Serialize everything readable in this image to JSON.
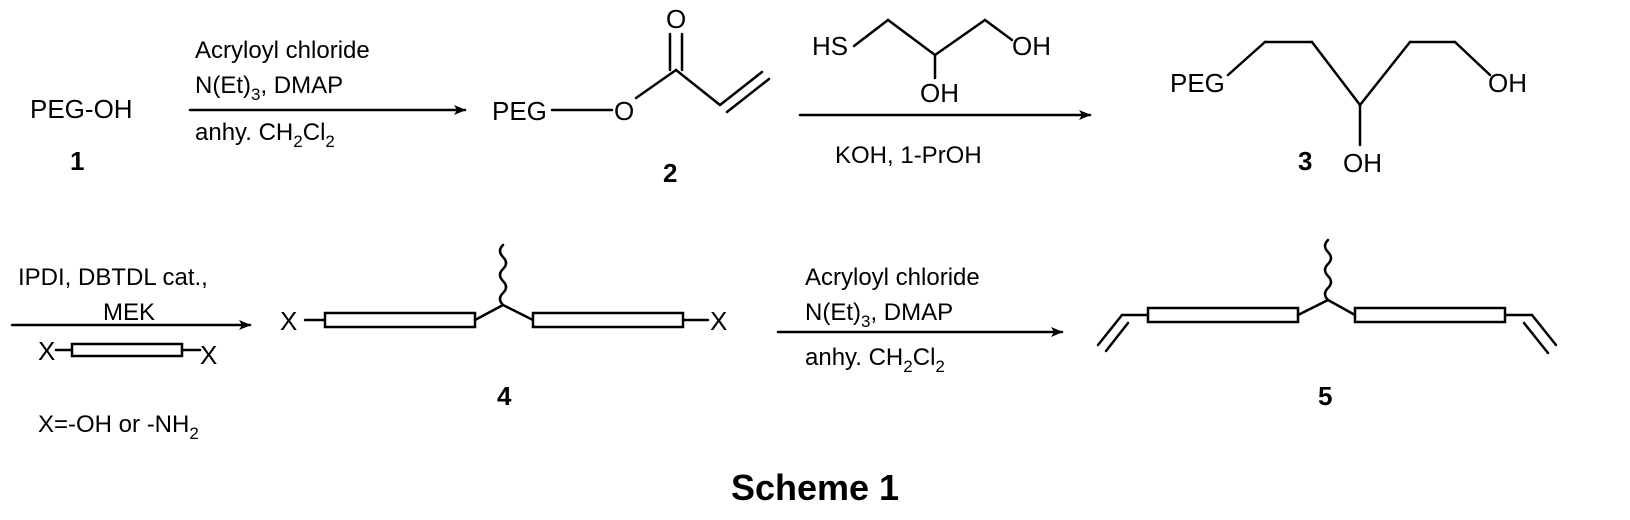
{
  "scheme": {
    "title": "Scheme 1",
    "compound1": {
      "label": "PEG-OH",
      "number": "1"
    },
    "step1": {
      "line1": "Acryloyl chloride",
      "line2_main": "N(Et)",
      "line2_sub": "3",
      "line2_tail": ", DMAP",
      "line3_main": "anhy. CH",
      "line3_sub1": "2",
      "line3_mid": "Cl",
      "line3_sub2": "2"
    },
    "compound2": {
      "peg": "PEG",
      "o_ester": "O",
      "o_carbonyl": "O",
      "number": "2"
    },
    "step2": {
      "hs": "HS",
      "oh_right": "OH",
      "oh_bottom": "OH",
      "conditions": "KOH, 1-PrOH"
    },
    "compound3": {
      "peg": "PEG",
      "oh_right": "OH",
      "oh_bottom": "OH",
      "number": "3"
    },
    "step3": {
      "line1": "IPDI, DBTDL cat.,",
      "line2": "MEK",
      "x_left": "X",
      "x_right": "X",
      "note_main": "X=-OH or -NH",
      "note_sub": "2"
    },
    "compound4": {
      "x_left": "X",
      "x_right": "X",
      "number": "4"
    },
    "step4": {
      "line1": "Acryloyl chloride",
      "line2_main": "N(Et)",
      "line2_sub": "3",
      "line2_tail": ", DMAP",
      "line3_main": "anhy. CH",
      "line3_sub1": "2",
      "line3_mid": "Cl",
      "line3_sub2": "2"
    },
    "compound5": {
      "number": "5"
    }
  }
}
